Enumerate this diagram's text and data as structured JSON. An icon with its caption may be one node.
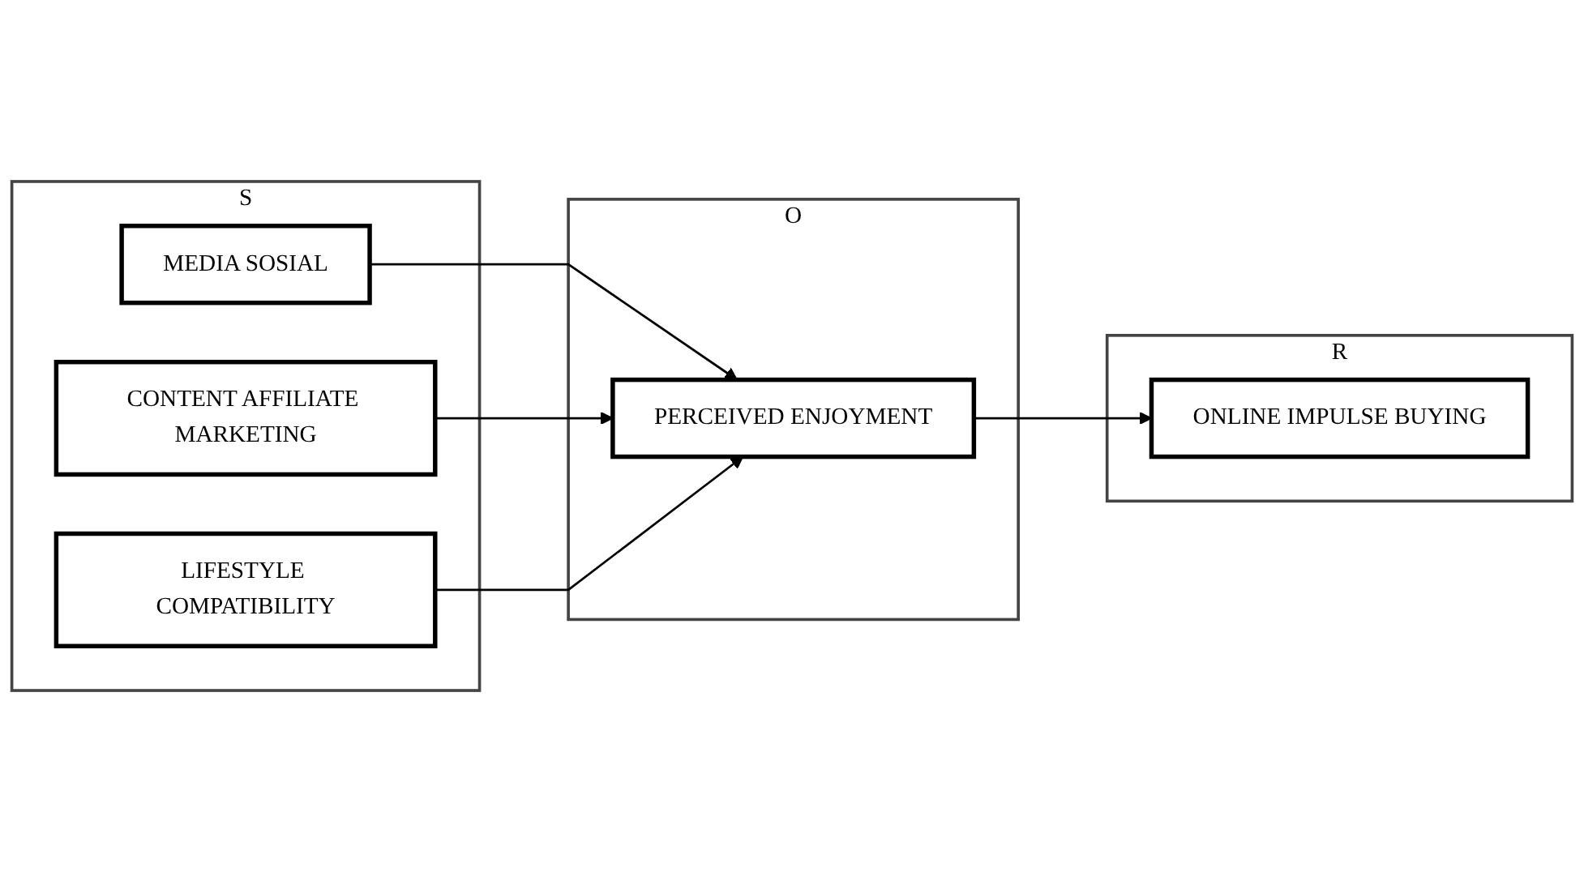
{
  "diagram": {
    "nodes": [
      {
        "text": [
          "S"
        ]
      },
      {
        "text": [
          "MEDIA SOSIAL"
        ],
        "in": 0
      },
      {
        "text": [
          "CONTENT AFFILIATE MARKETING"
        ],
        "in": 0
      },
      {
        "text": [
          "LIFESTYLE COMPATIBILITY"
        ],
        "in": 0
      },
      {
        "text": [
          "O"
        ]
      },
      {
        "text": [
          "PERCEIVED ENJOYMENT"
        ],
        "in": 4
      },
      {
        "text": [
          "R"
        ]
      },
      {
        "text": [
          "ONLINE IMPULSE BUYING"
        ],
        "in": 6
      }
    ],
    "edges": [
      {
        "from": 1,
        "to": 5,
        "arrow": "to"
      },
      {
        "from": 2,
        "to": 5,
        "arrow": "to"
      },
      {
        "from": 3,
        "to": 5,
        "arrow": "to"
      },
      {
        "from": 5,
        "to": 7,
        "arrow": "to"
      }
    ]
  }
}
